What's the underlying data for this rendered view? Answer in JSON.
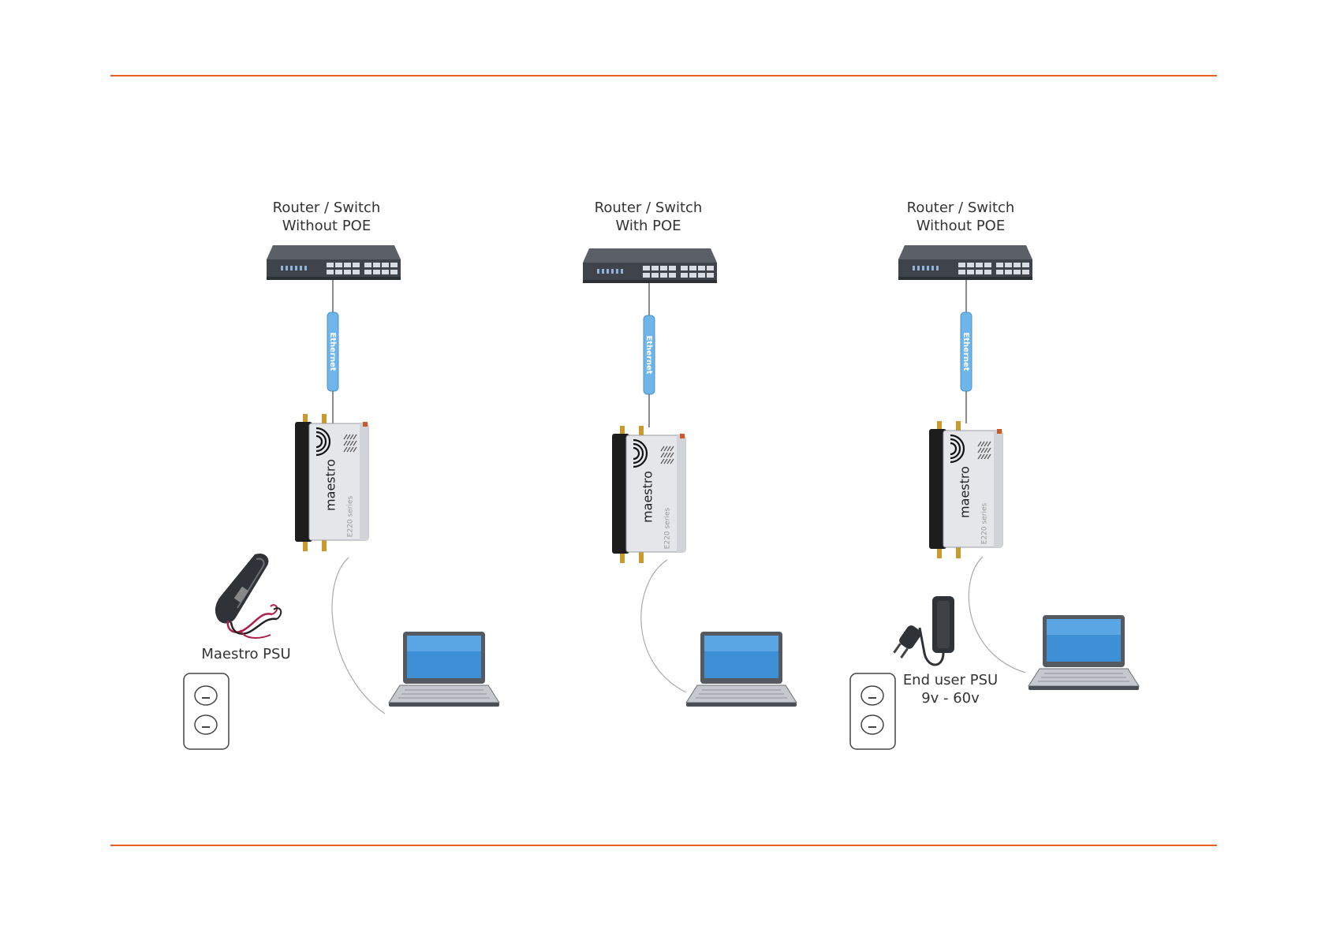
{
  "columns": [
    {
      "switch_line1": "Router / Switch",
      "switch_line2": "Without POE",
      "cable_label": "Ethernet",
      "router_brand": "maestro",
      "router_model": "E220 series",
      "psu_label": "Maestro PSU",
      "psu_type": "maestro-psu"
    },
    {
      "switch_line1": "Router / Switch",
      "switch_line2": "With POE",
      "cable_label": "Ethernet",
      "router_brand": "maestro",
      "router_model": "E220 series"
    },
    {
      "switch_line1": "Router / Switch",
      "switch_line2": "Without POE",
      "cable_label": "Ethernet",
      "router_brand": "maestro",
      "router_model": "E220 series",
      "psu_line1": "End user PSU",
      "psu_line2": "9v - 60v",
      "psu_type": "end-user-psu"
    }
  ],
  "colors": {
    "rule": "#e0632a",
    "cable": "#6fb5ea",
    "switch_body": "#4a4f55",
    "laptop_screen": "#3d8fd6"
  }
}
